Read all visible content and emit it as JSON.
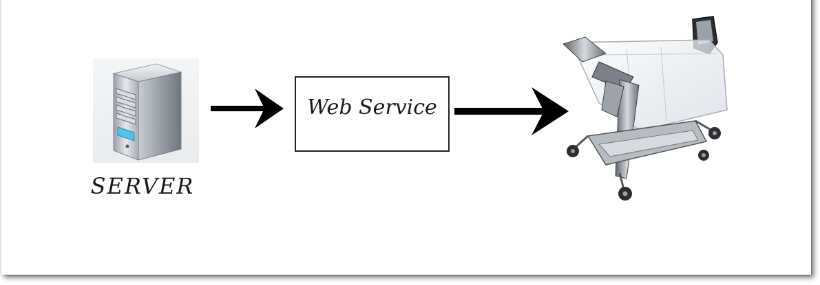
{
  "diagram": {
    "server_label": "SERVER",
    "web_service_label": "Web Service",
    "nodes": [
      {
        "id": "server",
        "icon": "server-tower-icon",
        "label": "SERVER"
      },
      {
        "id": "web-service",
        "icon": "",
        "label": "Web Service"
      },
      {
        "id": "smart-cart",
        "icon": "shopping-cart-with-screen-icon",
        "label": ""
      }
    ],
    "edges": [
      {
        "from": "server",
        "to": "web-service"
      },
      {
        "from": "web-service",
        "to": "smart-cart"
      }
    ],
    "colors": {
      "arrow": "#000000",
      "box_border": "#222222",
      "server_body": "#b8bcc4",
      "server_light": "#4fc3e8",
      "cart_metal": "#8a8d92"
    }
  }
}
